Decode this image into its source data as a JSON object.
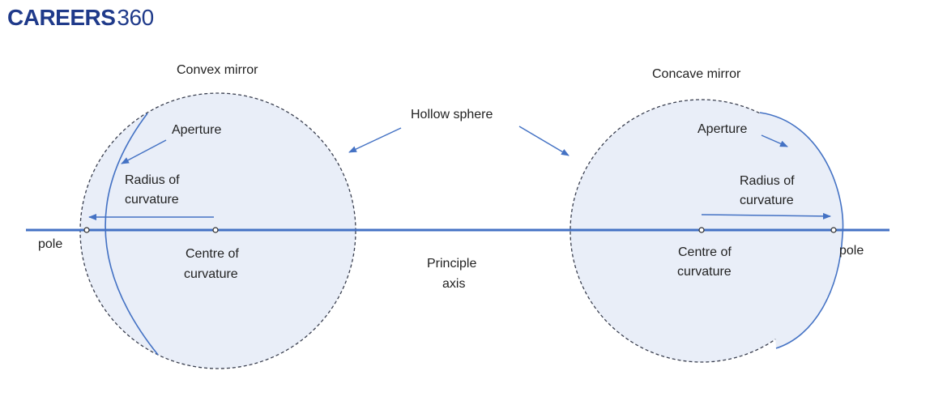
{
  "brand": {
    "logo_bold": "CAREERS",
    "logo_light": "360"
  },
  "colors": {
    "axis": "#4472c4",
    "mirror_fill": "#e9eef8",
    "dashed": "#3a3f4f",
    "arrow": "#4472c4",
    "text": "#222222",
    "logo": "#1f3a8a"
  },
  "labels": {
    "convex_mirror": "Convex mirror",
    "concave_mirror": "Concave mirror",
    "hollow_sphere": "Hollow sphere",
    "left_aperture": "Aperture",
    "right_aperture": "Aperture",
    "left_radius_line1": "Radius of",
    "left_radius_line2": "curvature",
    "right_radius_line1": "Radius of",
    "right_radius_line2": "curvature",
    "left_pole": "pole",
    "right_pole": "pole",
    "left_centre_line1": "Centre of",
    "left_centre_line2": "curvature",
    "right_centre_line1": "Centre of",
    "right_centre_line2": "curvature",
    "axis_line1": "Principle",
    "axis_line2": "axis"
  }
}
